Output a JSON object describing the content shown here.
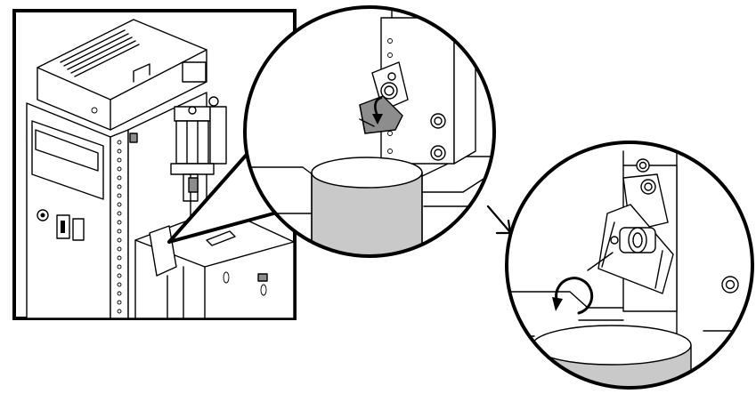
{
  "figure": {
    "panels": [
      {
        "id": "overview",
        "content": "instrument-overview"
      },
      {
        "id": "zoom-1",
        "content": "bracket-closeup-arrow-down"
      },
      {
        "id": "zoom-2",
        "content": "bracket-closeup-rotate-arrow"
      }
    ],
    "icons": {
      "rotate_arrow": "rotate-counterclockwise-icon",
      "pointer_arrow": "arrow-down-right-icon"
    },
    "colors": {
      "line": "#000000",
      "fill_light": "#ffffff",
      "fill_gray": "#c9c9c9",
      "fill_dark": "#8d8d8d"
    }
  }
}
